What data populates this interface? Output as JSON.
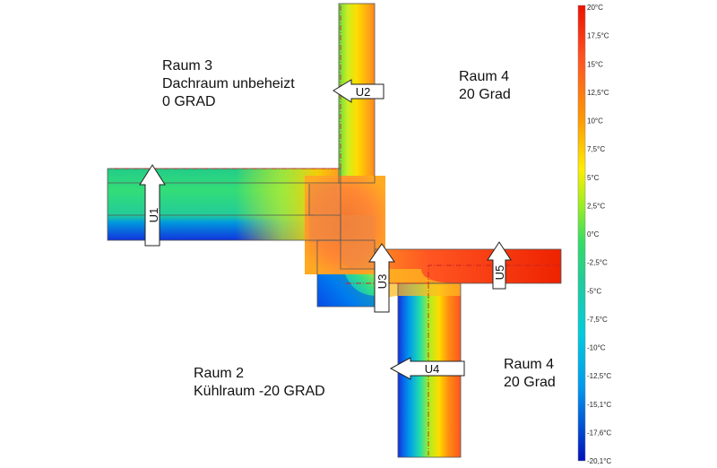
{
  "rooms": {
    "raum3": {
      "line1": "Raum 3",
      "line2": "Dachraum unbeheizt",
      "line3": "0 GRAD"
    },
    "raum4_top": {
      "line1": "Raum 4",
      "line2": "20 Grad"
    },
    "raum2": {
      "line1": "Raum 2",
      "line2": "Kühlraum -20 GRAD"
    },
    "raum4_bottom": {
      "line1": "Raum 4",
      "line2": "20 Grad"
    }
  },
  "arrows": {
    "u1": "U1",
    "u2": "U2",
    "u3": "U3",
    "u4": "U4",
    "u5": "U5"
  },
  "scale": {
    "labels": [
      "20°C",
      "17,5°C",
      "15°C",
      "12,5°C",
      "10°C",
      "7,5°C",
      "5°C",
      "2,5°C",
      "0°C",
      "-2,5°C",
      "-5°C",
      "-7,5°C",
      "-10°C",
      "-12,5°C",
      "-15,1°C",
      "-17,6°C",
      "-20,1°C"
    ],
    "colors": {
      "hot": "#ee2200",
      "warm": "#ff8800",
      "mid": "#ffee00",
      "neutral": "#33dd66",
      "cool": "#00ccdd",
      "cold": "#0022cc"
    }
  }
}
